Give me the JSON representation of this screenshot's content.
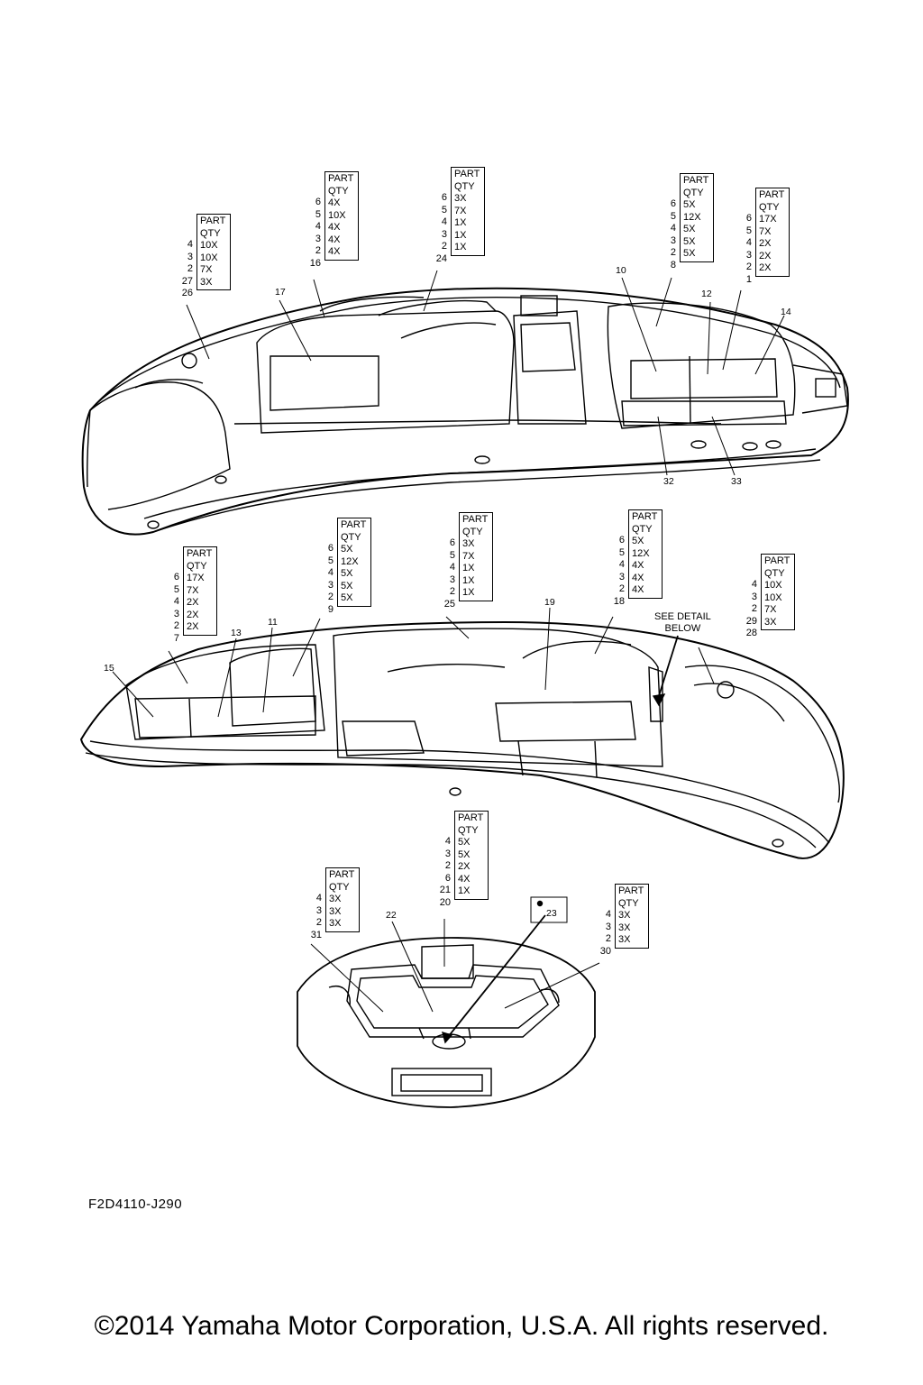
{
  "tables": [
    {
      "id": "t26",
      "left": 0,
      "head": [
        "PART",
        "QTY"
      ],
      "rows": [
        "10X",
        "10X",
        "7X",
        "3X"
      ],
      "parts": [
        "4",
        "3",
        "2",
        "27"
      ],
      "ref": "26"
    },
    {
      "id": "t16",
      "head": [
        "PART",
        "QTY"
      ],
      "rows": [
        "4X",
        "10X",
        "4X",
        "4X",
        "4X"
      ],
      "parts": [
        "6",
        "5",
        "4",
        "3",
        "2"
      ],
      "ref": "16"
    },
    {
      "id": "t24",
      "head": [
        "PART",
        "QTY"
      ],
      "rows": [
        "3X",
        "7X",
        "1X",
        "1X",
        "1X"
      ],
      "parts": [
        "6",
        "5",
        "4",
        "3",
        "2"
      ],
      "ref": "24"
    },
    {
      "id": "t8",
      "head": [
        "PART",
        "QTY"
      ],
      "rows": [
        "5X",
        "12X",
        "5X",
        "5X",
        "5X"
      ],
      "parts": [
        "6",
        "5",
        "4",
        "3",
        "2"
      ],
      "ref": "8"
    },
    {
      "id": "t1",
      "head": [
        "PART",
        "QTY"
      ],
      "rows": [
        "17X",
        "7X",
        "2X",
        "2X",
        "2X"
      ],
      "parts": [
        "6",
        "5",
        "4",
        "3",
        "2"
      ],
      "ref": "1"
    },
    {
      "id": "t7",
      "head": [
        "PART",
        "QTY"
      ],
      "rows": [
        "17X",
        "7X",
        "2X",
        "2X",
        "2X"
      ],
      "parts": [
        "6",
        "5",
        "4",
        "3",
        "2"
      ],
      "ref": "7"
    },
    {
      "id": "t9",
      "head": [
        "PART",
        "QTY"
      ],
      "rows": [
        "5X",
        "12X",
        "5X",
        "5X",
        "5X"
      ],
      "parts": [
        "6",
        "5",
        "4",
        "3",
        "2"
      ],
      "ref": "9"
    },
    {
      "id": "t25",
      "head": [
        "PART",
        "QTY"
      ],
      "rows": [
        "3X",
        "7X",
        "1X",
        "1X",
        "1X"
      ],
      "parts": [
        "6",
        "5",
        "4",
        "3",
        "2"
      ],
      "ref": "25"
    },
    {
      "id": "t18",
      "head": [
        "PART",
        "QTY"
      ],
      "rows": [
        "5X",
        "12X",
        "4X",
        "4X",
        "4X"
      ],
      "parts": [
        "6",
        "5",
        "4",
        "3",
        "2"
      ],
      "ref": "18"
    },
    {
      "id": "t28",
      "head": [
        "PART",
        "QTY"
      ],
      "rows": [
        "10X",
        "10X",
        "7X",
        "3X"
      ],
      "parts": [
        "4",
        "3",
        "2",
        "29"
      ],
      "ref": "28"
    },
    {
      "id": "t20",
      "head": [
        "PART",
        "QTY"
      ],
      "rows": [
        "5X",
        "5X",
        "2X",
        "4X",
        "1X"
      ],
      "parts": [
        "4",
        "3",
        "2",
        "6",
        "21"
      ],
      "ref": "20"
    },
    {
      "id": "t31",
      "head": [
        "PART",
        "QTY"
      ],
      "rows": [
        "3X",
        "3X",
        "3X"
      ],
      "parts": [
        "4",
        "3",
        "2"
      ],
      "ref": "31"
    },
    {
      "id": "t30",
      "head": [
        "PART",
        "QTY"
      ],
      "rows": [
        "3X",
        "3X",
        "3X"
      ],
      "parts": [
        "4",
        "3",
        "2"
      ],
      "ref": "30"
    }
  ],
  "callouts": {
    "c17": "17",
    "c10": "10",
    "c12": "12",
    "c14": "14",
    "c32": "32",
    "c33": "33",
    "c15": "15",
    "c13": "13",
    "c11": "11",
    "c19": "19",
    "c22": "22",
    "c23": "23"
  },
  "see_detail": [
    "SEE DETAIL",
    "BELOW"
  ],
  "figure_code": "F2D4110-J290",
  "copyright": "©2014 Yamaha Motor Corporation, U.S.A. All rights reserved."
}
